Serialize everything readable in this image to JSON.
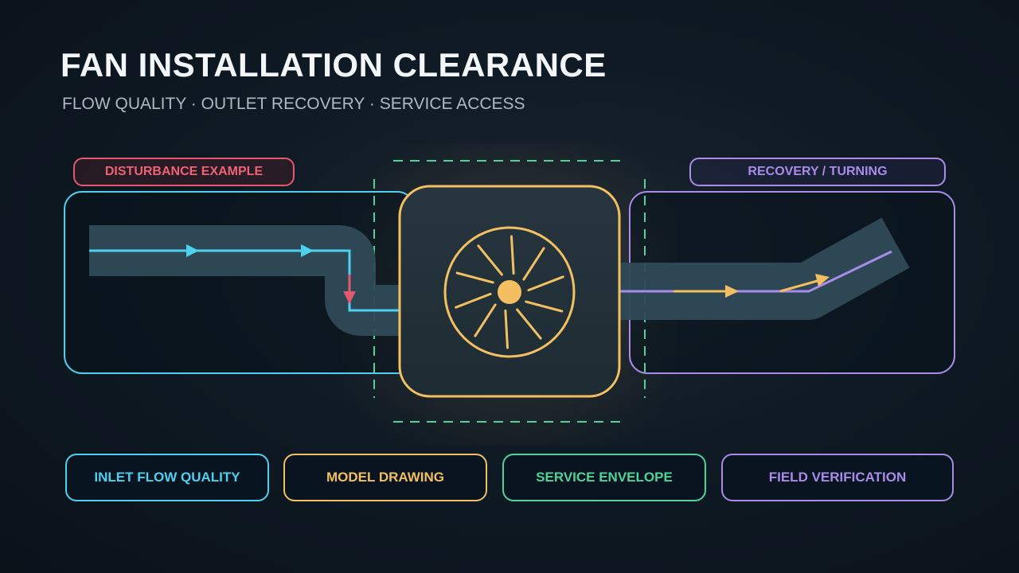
{
  "title": "FAN INSTALLATION CLEARANCE",
  "subtitle": "FLOW QUALITY · OUTLET RECOVERY · SERVICE ACCESS",
  "tags": {
    "disturbance": "DISTURBANCE EXAMPLE",
    "recovery": "RECOVERY / TURNING"
  },
  "pills": {
    "inlet": "INLET FLOW QUALITY",
    "model": "MODEL DRAWING",
    "service": "SERVICE ENVELOPE",
    "field": "FIELD VERIFICATION"
  },
  "colors": {
    "inlet": "#4fd0ee",
    "model": "#f2c061",
    "service": "#4fd39a",
    "field": "#a98be8",
    "disturbance": "#e35a6e",
    "duct": "#2f4a58"
  },
  "icons": {
    "fan": "fan-icon",
    "flow_arrow": "flow-arrow-icon"
  }
}
